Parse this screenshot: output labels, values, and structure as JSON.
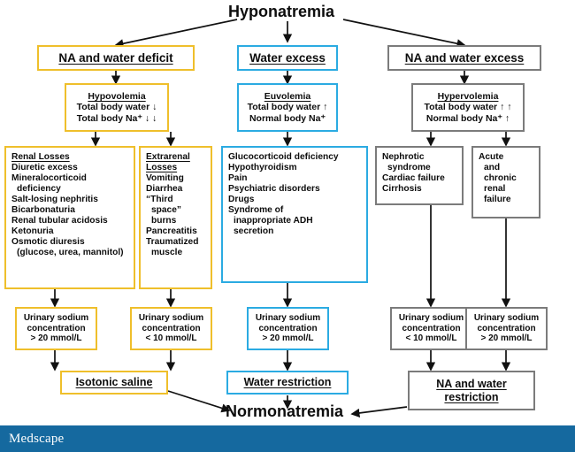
{
  "diagram": {
    "title": "Hyponatremia",
    "final": "Normonatremia",
    "colors": {
      "yellow": "#EFBF2B",
      "blue": "#2BABE2",
      "gray": "#7B7B7B",
      "footer_blue": "#15699F",
      "text": "#0d0d0d"
    },
    "branches": {
      "yellow": {
        "category": "NA and water deficit",
        "volume_status": {
          "heading": "Hypovolemia",
          "line1": "Total body water ↓",
          "line2": "Total body Na⁺ ↓ ↓"
        },
        "causes_left": {
          "heading": "Renal Losses",
          "items": [
            "Diuretic excess",
            "Mineralocorticoid",
            "deficiency",
            "Salt-losing nephritis",
            "Bicarbonaturia",
            "Renal tubular acidosis",
            "Ketonuria",
            "Osmotic diuresis",
            "(glucose, urea, mannitol)"
          ]
        },
        "causes_right": {
          "heading1": "Extrarenal",
          "heading2": "Losses",
          "items": [
            "Vomiting",
            "Diarrhea",
            "“Third",
            "space”",
            "burns",
            "Pancreatitis",
            "Traumatized",
            "muscle"
          ]
        },
        "urine_left": {
          "line1": "Urinary sodium",
          "line2": "concentration",
          "line3": "> 20 mmol/L"
        },
        "urine_right": {
          "line1": "Urinary sodium",
          "line2": "concentration",
          "line3": "< 10 mmol/L"
        },
        "treatment": "Isotonic saline"
      },
      "blue": {
        "category": "Water excess",
        "volume_status": {
          "heading": "Euvolemia",
          "line1": "Total body water ↑",
          "line2": "Normal body Na⁺"
        },
        "causes": {
          "items": [
            "Glucocorticoid deficiency",
            "Hypothyroidism",
            "Pain",
            "Psychiatric disorders",
            "Drugs",
            "Syndrome of",
            "inappropriate ADH",
            "secretion"
          ]
        },
        "urine": {
          "line1": "Urinary sodium",
          "line2": "concentration",
          "line3": "> 20 mmol/L"
        },
        "treatment": "Water restriction"
      },
      "gray": {
        "category": "NA and water excess",
        "volume_status": {
          "heading": "Hypervolemia",
          "line1": "Total body water ↑ ↑",
          "line2": "Normal body Na⁺ ↑"
        },
        "causes_left": {
          "items": [
            "Nephrotic",
            "syndrome",
            "Cardiac failure",
            "Cirrhosis"
          ]
        },
        "causes_right": {
          "items": [
            "Acute",
            "and",
            "chronic",
            "renal",
            "failure"
          ]
        },
        "urine_left": {
          "line1": "Urinary sodium",
          "line2": "concentration",
          "line3": "< 10 mmol/L"
        },
        "urine_right": {
          "line1": "Urinary sodium",
          "line2": "concentration",
          "line3": "> 20 mmol/L"
        },
        "treatment_line1": "NA and water",
        "treatment_line2": "restriction"
      }
    }
  },
  "footer": {
    "logo": "Medscape"
  }
}
